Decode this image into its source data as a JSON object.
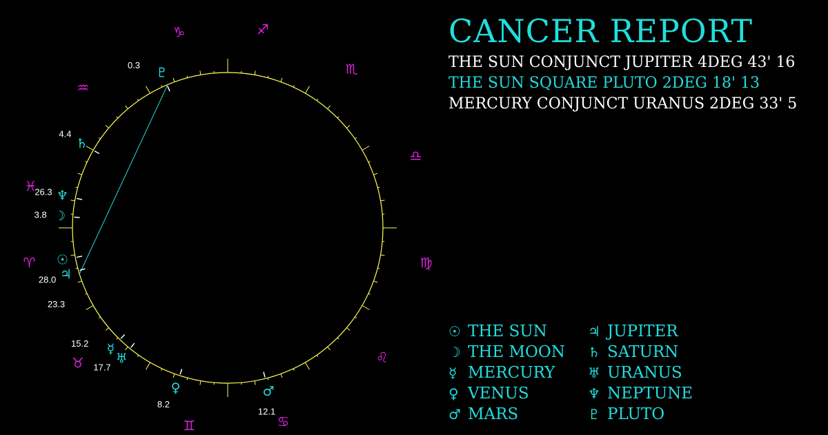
{
  "report": {
    "title": "CANCER REPORT",
    "title_color": "#22dddd",
    "aspects": [
      {
        "text": "THE SUN CONJUNCT JUPITER 4DEG 43' 16",
        "color": "#ffffff"
      },
      {
        "text": "THE SUN SQUARE PLUTO 2DEG 18' 13",
        "color": "#22dddd"
      },
      {
        "text": "MERCURY CONJUNCT URANUS 2DEG 33' 5",
        "color": "#ffffff"
      }
    ]
  },
  "legend": {
    "color": "#22dddd",
    "items": [
      {
        "glyph": "☉",
        "label": "THE SUN",
        "icon": "sun-icon"
      },
      {
        "glyph": "☽",
        "label": "THE MOON",
        "icon": "moon-icon"
      },
      {
        "glyph": "☿",
        "label": "MERCURY",
        "icon": "mercury-icon"
      },
      {
        "glyph": "♀",
        "label": "VENUS",
        "icon": "venus-icon"
      },
      {
        "glyph": "♂",
        "label": "MARS",
        "icon": "mars-icon"
      },
      {
        "glyph": "♃",
        "label": "JUPITER",
        "icon": "jupiter-icon"
      },
      {
        "glyph": "♄",
        "label": "SATURN",
        "icon": "saturn-icon"
      },
      {
        "glyph": "♅",
        "label": "URANUS",
        "icon": "uranus-icon"
      },
      {
        "glyph": "♆",
        "label": "NEPTUNE",
        "icon": "neptune-icon"
      },
      {
        "glyph": "♇",
        "label": "PLUTO",
        "icon": "pluto-icon"
      }
    ]
  },
  "wheel": {
    "circle_color": "#ffff55",
    "sign_color": "#dd22dd",
    "planet_color": "#22dddd",
    "degree_color": "#ffffff",
    "aspect_line_color": "#22dddd",
    "signs": [
      {
        "glyph": "♈",
        "name": "aries",
        "angle": 190
      },
      {
        "glyph": "♉",
        "name": "taurus",
        "angle": 222
      },
      {
        "glyph": "♊",
        "name": "gemini",
        "angle": 259
      },
      {
        "glyph": "♋",
        "name": "cancer",
        "angle": 286
      },
      {
        "glyph": "♌",
        "name": "leo",
        "angle": 320
      },
      {
        "glyph": "♍",
        "name": "virgo",
        "angle": 350
      },
      {
        "glyph": "♎",
        "name": "libra",
        "angle": 21
      },
      {
        "glyph": "♏",
        "name": "scorpio",
        "angle": 52
      },
      {
        "glyph": "♐",
        "name": "sagittarius",
        "angle": 80
      },
      {
        "glyph": "♑",
        "name": "capricorn",
        "angle": 104
      },
      {
        "glyph": "♒",
        "name": "aquarius",
        "angle": 136
      },
      {
        "glyph": "♓",
        "name": "pisces",
        "angle": 168
      }
    ],
    "planets": [
      {
        "glyph": "♇",
        "name": "pluto",
        "angle": 113,
        "degree": "0.3",
        "label_angle": 120
      },
      {
        "glyph": "♄",
        "name": "saturn",
        "angle": 150,
        "degree": "4.4",
        "label_angle": 150
      },
      {
        "glyph": "♆",
        "name": "neptune",
        "angle": 169,
        "degree": "26.3",
        "label_angle": 169
      },
      {
        "glyph": "☽",
        "name": "moon",
        "angle": 176,
        "degree": "3.8",
        "label_angle": 176
      },
      {
        "glyph": "☉",
        "name": "sun",
        "angle": 191,
        "degree": "28.0",
        "label_angle": 196
      },
      {
        "glyph": "♃",
        "name": "jupiter",
        "angle": 196,
        "degree": "23.3",
        "label_angle": 204
      },
      {
        "glyph": "☿",
        "name": "mercury",
        "angle": 226,
        "degree": "15.2",
        "label_angle": 218
      },
      {
        "glyph": "♅",
        "name": "uranus",
        "angle": 231,
        "degree": "17.7",
        "label_angle": 228
      },
      {
        "glyph": "♀",
        "name": "venus",
        "angle": 252,
        "degree": "8.2",
        "label_angle": 250
      },
      {
        "glyph": "♂",
        "name": "mars",
        "angle": 284,
        "degree": "12.1",
        "label_angle": 282
      }
    ],
    "aspect_lines": [
      {
        "from_angle": 113,
        "to_angle": 197
      }
    ]
  }
}
